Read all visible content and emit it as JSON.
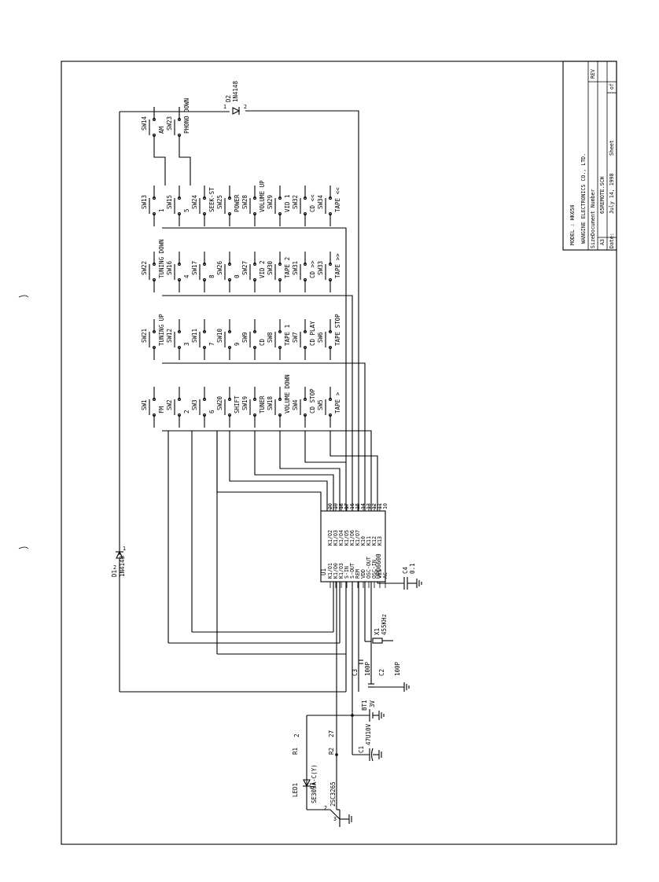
{
  "title_block": {
    "model": "MODEL : HK650",
    "company": "WANGINE ELECTRONICS CO., LTD.",
    "size_label": "Size",
    "docnum_label": "Document Number",
    "rev_label": "REV",
    "size": "A3",
    "docnum": "65REMOTE.SCH",
    "date_label": "Date:",
    "date": "July 14, 1998",
    "sheet_label": "Sheet",
    "of_label": "of"
  },
  "switches": [
    {
      "ref": "SW14",
      "label": "AM"
    },
    {
      "ref": "SW23",
      "label": "PHONO DOWN"
    },
    {
      "ref": "SW13",
      "label": "1"
    },
    {
      "ref": "SW15",
      "label": "5"
    },
    {
      "ref": "SW24",
      "label": "SEEK-ST"
    },
    {
      "ref": "SW25",
      "label": "POWER"
    },
    {
      "ref": "SW28",
      "label": "VOLUME UP"
    },
    {
      "ref": "SW29",
      "label": "VID 1"
    },
    {
      "ref": "SW32",
      "label": "CD <<"
    },
    {
      "ref": "SW34",
      "label": "TAPE <<"
    },
    {
      "ref": "SW22",
      "label": "TUNING DOWN"
    },
    {
      "ref": "SW16",
      "label": "4"
    },
    {
      "ref": "SW17",
      "label": "8"
    },
    {
      "ref": "SW26",
      "label": "0"
    },
    {
      "ref": "SW27",
      "label": "VID 2"
    },
    {
      "ref": "SW30",
      "label": "TAPE 2"
    },
    {
      "ref": "SW31",
      "label": "CD >>"
    },
    {
      "ref": "SW33",
      "label": "TAPE >>"
    },
    {
      "ref": "SW21",
      "label": "TUNING UP"
    },
    {
      "ref": "SW12",
      "label": "3"
    },
    {
      "ref": "SW11",
      "label": "7"
    },
    {
      "ref": "SW10",
      "label": "9"
    },
    {
      "ref": "SW9",
      "label": "CD"
    },
    {
      "ref": "SW8",
      "label": "TAPE 1"
    },
    {
      "ref": "SW7",
      "label": "CD PLAY"
    },
    {
      "ref": "SW6",
      "label": "TAPE STOP"
    },
    {
      "ref": "SW1",
      "label": "FM"
    },
    {
      "ref": "SW2",
      "label": "2"
    },
    {
      "ref": "SW3",
      "label": "6"
    },
    {
      "ref": "SW20",
      "label": "SHIFT"
    },
    {
      "ref": "SW19",
      "label": "TUNER"
    },
    {
      "ref": "SW18",
      "label": "VOLUME DOWN"
    },
    {
      "ref": "SW4",
      "label": "CD STOP"
    },
    {
      "ref": "SW5",
      "label": "TAPE >"
    }
  ],
  "ic": {
    "ref": "U1",
    "part": "UPD6600",
    "left_pins": [
      "K1/O1",
      "K1/O0",
      "K1/O3",
      "S-IN",
      "S-OUT",
      "REM",
      "VDD",
      "OSC-OUT",
      "OSC-IN",
      "VSS",
      "AC"
    ],
    "right_pins": [
      "K1/O2",
      "K1/O3",
      "K1/O4",
      "K1/O5",
      "K1/O6",
      "K1/O7",
      "K10",
      "K11",
      "K12",
      "K13"
    ],
    "pin_numbers": [
      "20",
      "19",
      "18",
      "17",
      "16",
      "15",
      "14",
      "13",
      "12",
      "11",
      "10"
    ]
  },
  "parts": {
    "d1": {
      "ref": "D1",
      "value": "1N4148",
      "pin1": "1",
      "pin2": "2"
    },
    "d2": {
      "ref": "D2",
      "value": "1N4148",
      "pin1": "1",
      "pin2": "2"
    },
    "c1": {
      "ref": "C1",
      "value": "47U10V"
    },
    "c2": {
      "ref": "C2",
      "value": "100P"
    },
    "c3": {
      "ref": "C3",
      "value": "100P"
    },
    "c4": {
      "ref": "C4",
      "value": "0.1"
    },
    "x1": {
      "ref": "X1",
      "value": "455KHz"
    },
    "bt1": {
      "ref": "BT1",
      "value": "3V"
    },
    "r1": {
      "ref": "R1",
      "value": "2"
    },
    "r2": {
      "ref": "R2",
      "value": "27"
    },
    "led1": {
      "ref": "LED1",
      "value": "SE303A-C(Y)"
    },
    "q1": {
      "ref": "Q1",
      "value": "2SC3265",
      "pin_e": "2",
      "pin_c": "3"
    }
  }
}
